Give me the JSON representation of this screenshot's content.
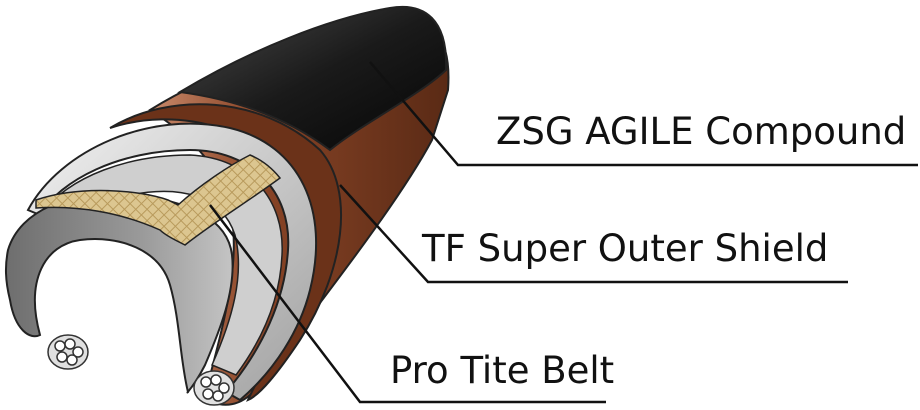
{
  "labels": {
    "compound": "ZSG AGILE Compound",
    "shield": "TF Super Outer Shield",
    "belt": "Pro Tite Belt"
  },
  "colors": {
    "tread": "#1a1a1a",
    "shield": "#7a3d22",
    "belt": "#d9c38e",
    "casing": "#bdbdbd",
    "inner": "#8a8a8a",
    "outline": "#222222"
  }
}
